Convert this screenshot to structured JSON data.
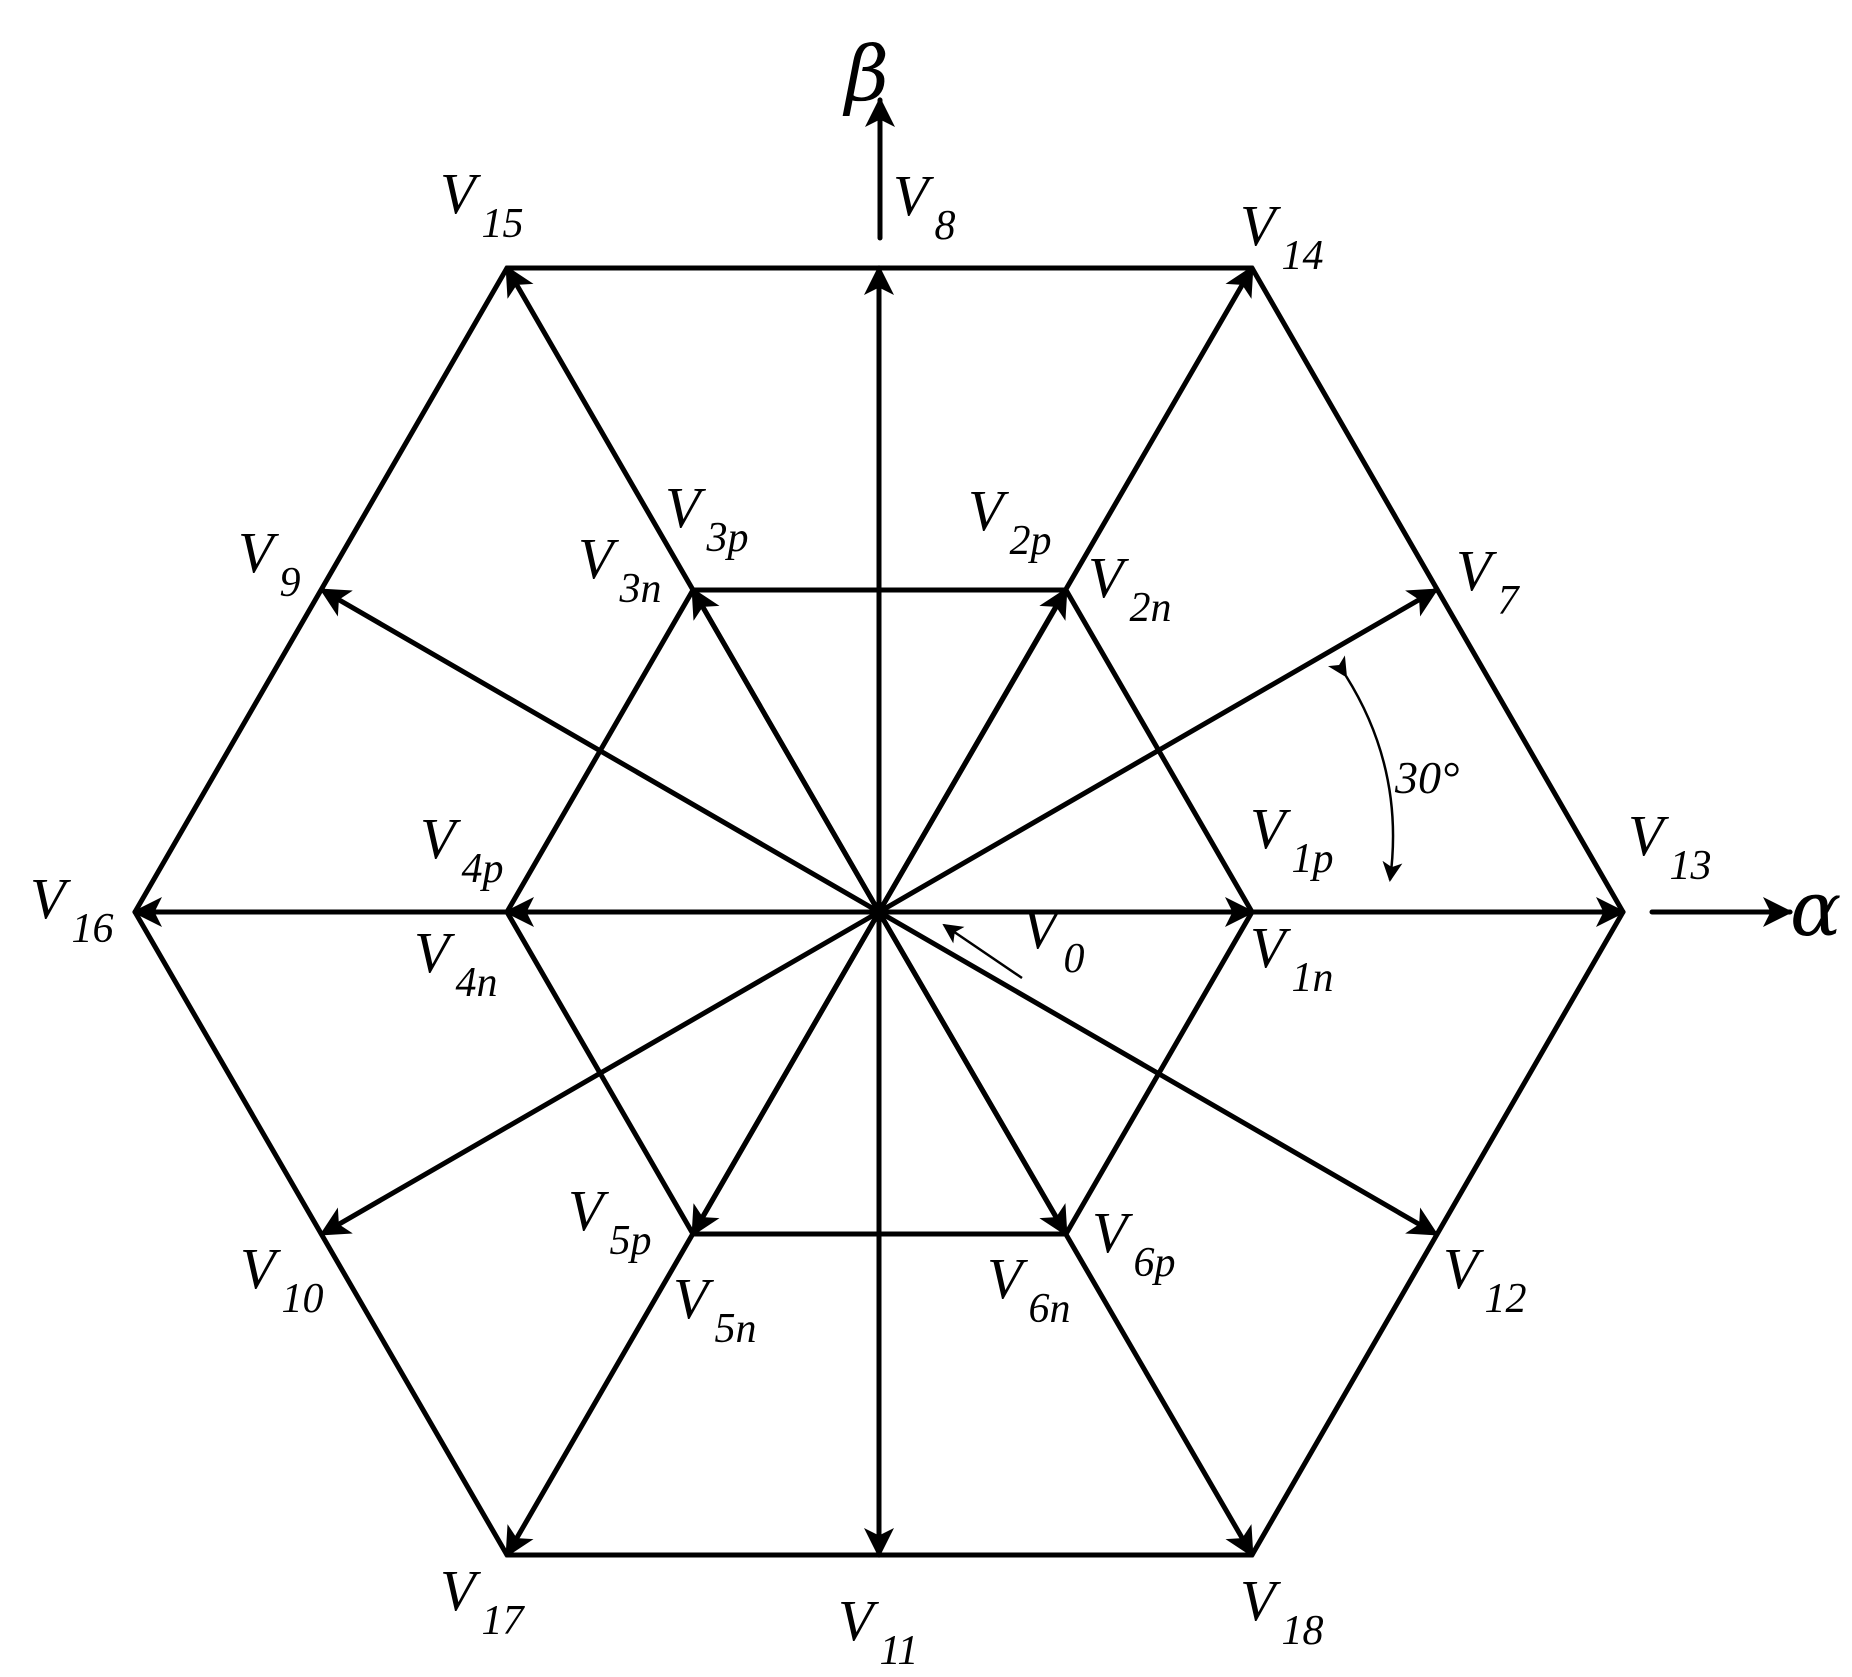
{
  "axes": {
    "alpha": "α",
    "beta": "β"
  },
  "angle_label": "30°",
  "vectors": {
    "v0": [
      "V",
      "0"
    ],
    "v1p": [
      "V",
      "1p"
    ],
    "v1n": [
      "V",
      "1n"
    ],
    "v2p": [
      "V",
      "2p"
    ],
    "v2n": [
      "V",
      "2n"
    ],
    "v3p": [
      "V",
      "3p"
    ],
    "v3n": [
      "V",
      "3n"
    ],
    "v4p": [
      "V",
      "4p"
    ],
    "v4n": [
      "V",
      "4n"
    ],
    "v5p": [
      "V",
      "5p"
    ],
    "v5n": [
      "V",
      "5n"
    ],
    "v6p": [
      "V",
      "6p"
    ],
    "v6n": [
      "V",
      "6n"
    ],
    "v7": [
      "V",
      "7"
    ],
    "v8": [
      "V",
      "8"
    ],
    "v9": [
      "V",
      "9"
    ],
    "v10": [
      "V",
      "10"
    ],
    "v11": [
      "V",
      "11"
    ],
    "v12": [
      "V",
      "12"
    ],
    "v13": [
      "V",
      "13"
    ],
    "v14": [
      "V",
      "14"
    ],
    "v15": [
      "V",
      "15"
    ],
    "v16": [
      "V",
      "16"
    ],
    "v17": [
      "V",
      "17"
    ],
    "v18": [
      "V",
      "18"
    ]
  },
  "colors": {
    "line": "#000000",
    "background": "#ffffff"
  }
}
